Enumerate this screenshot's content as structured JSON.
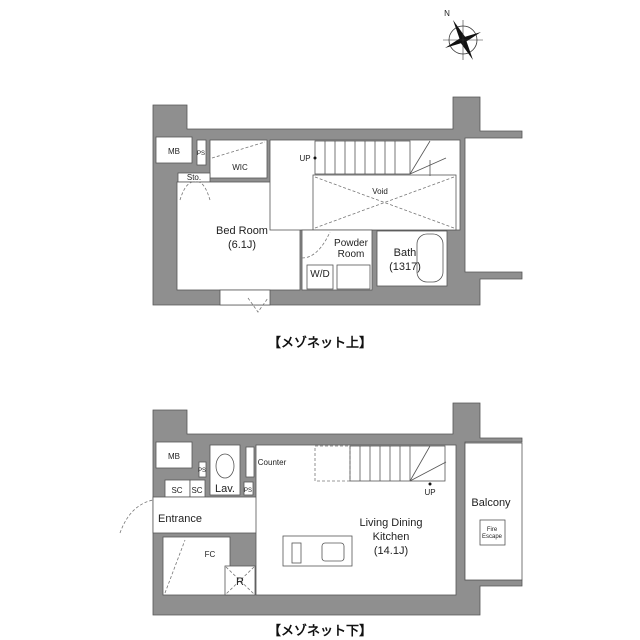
{
  "compass": {
    "north_label": "N"
  },
  "upper_floor": {
    "caption": "【メゾネット上】",
    "rooms": {
      "mb": "MB",
      "ps": "PS",
      "wic": "WIC",
      "sto": "Sto.",
      "up": "UP",
      "void": "Void",
      "bedroom": "Bed Room",
      "bedroom_size": "(6.1J)",
      "powder": "Powder",
      "powder2": "Room",
      "wd": "W/D",
      "bath": "Bath",
      "bath_size": "(1317)"
    }
  },
  "lower_floor": {
    "caption": "【メゾネット下】",
    "rooms": {
      "mb": "MB",
      "ps": "PS",
      "ps2": "PS",
      "lav": "Lav.",
      "counter": "Counter",
      "sc1": "SC",
      "sc2": "SC",
      "entrance": "Entrance",
      "fc": "FC",
      "r": "R",
      "up": "UP",
      "ldk1": "Living Dining",
      "ldk2": "Kitchen",
      "ldk_size": "(14.1J)",
      "balcony": "Balcony",
      "fire1": "Fire",
      "fire2": "Escape"
    }
  }
}
